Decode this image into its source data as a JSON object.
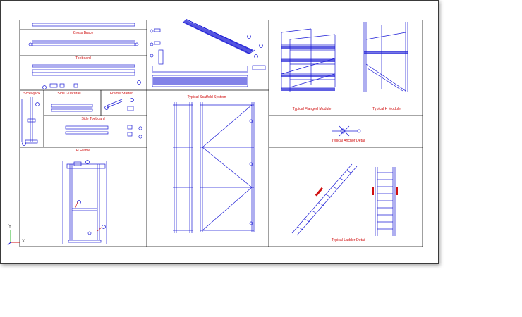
{
  "colors": {
    "frame": "#000000",
    "drawing": "#1b1bd6",
    "label": "#d01010",
    "background": "#ffffff"
  },
  "labels": {
    "cross_brace": "Cross Brace",
    "toeboard": "Toeboard",
    "screwjack": "Screwjack",
    "side_guardrail": "Side Guardrail",
    "frame_starter": "Frame Starter",
    "side_toeboard": "Side Toeboard",
    "h_frame": "H Frame",
    "typical_scaffold_system": "Typical Scaffold System",
    "typical_flanged_module": "Typical Flanged Module",
    "typical_h_module": "Typical H Module",
    "typical_anchor_detail": "Typical Anchor Detail",
    "typical_ladder_detail": "Typical Ladder Detail"
  },
  "ucs": {
    "x": "X",
    "y": "Y"
  }
}
